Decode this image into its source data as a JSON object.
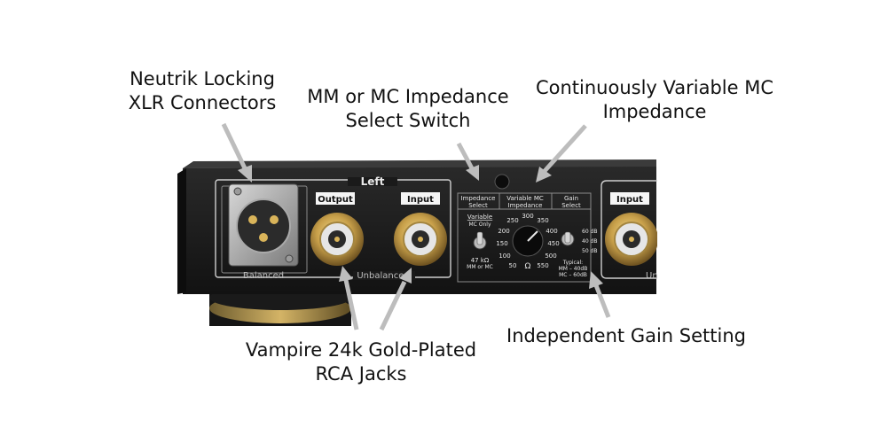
{
  "callouts": {
    "xlr": [
      "Neutrik Locking",
      "XLR Connectors"
    ],
    "impedance_switch": [
      "MM or MC Impedance",
      "Select Switch"
    ],
    "variable_mc": [
      "Continuously Variable MC",
      "Impedance"
    ],
    "rca": [
      "Vampire 24k Gold-Plated",
      "RCA Jacks"
    ],
    "gain": [
      "Independent Gain Setting"
    ]
  },
  "panel": {
    "left_heading": "Left",
    "balanced_label": "Balanced",
    "unbalanced_label": "Unbalanced",
    "output_label": "Output",
    "input_label": "Input",
    "right_input_label": "Input",
    "right_partial_label": "Un",
    "header_impedance_select": [
      "Impedance",
      "Select"
    ],
    "header_variable_mc": [
      "Variable MC",
      "Impedance"
    ],
    "header_gain_select": [
      "Gain",
      "Select"
    ],
    "switch_top_label": [
      "Variable",
      "MC Only"
    ],
    "switch_bottom_label": [
      "47 kΩ",
      "MM or MC"
    ],
    "dial_ticks": [
      "50",
      "100",
      "150",
      "200",
      "250",
      "300",
      "350",
      "400",
      "450",
      "500",
      "550"
    ],
    "dial_unit": "Ω",
    "gain_settings": [
      "60 dB",
      "40 dB",
      "50 dB"
    ],
    "gain_typical": [
      "Typical:",
      "MM – 40dB",
      "MC – 60dB"
    ]
  },
  "colors": {
    "chassis": "#1c1c1c",
    "panel_text": "#e8e8e8",
    "gold": "#c8a04a",
    "arrow": "#bdbdbd"
  }
}
